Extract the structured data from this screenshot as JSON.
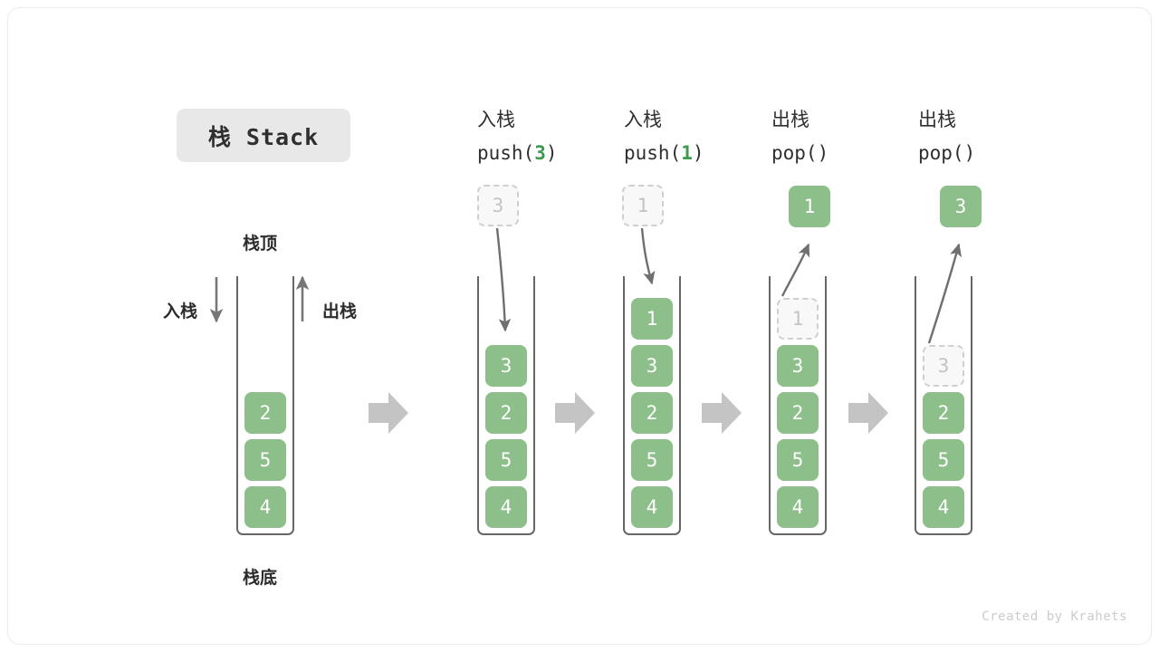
{
  "title": {
    "text": "栈 Stack"
  },
  "labels": {
    "top": "栈顶",
    "bottom": "栈底",
    "push_side": "入栈",
    "pop_side": "出栈"
  },
  "watermark": "Created by Krahets",
  "colors": {
    "cell_green": "#8cbf89",
    "cell_text": "#ffffff",
    "ghost_fill": "#f8f8f8",
    "ghost_border": "#cfcfcf",
    "ghost_text": "#c3c3c3",
    "channel_border": "#666666",
    "flow_arrow": "#c4c4c4",
    "motion_arrow": "#6f6f6f",
    "accent_arg": "#3e9a4e",
    "badge_bg": "#e8e8e8",
    "card_border": "#ececec"
  },
  "columns": [
    {
      "id": "initial",
      "head_line1": "",
      "head_line2": "",
      "head_arg": "",
      "cells": [
        "2",
        "5",
        "4"
      ],
      "ghost_index": -1,
      "floating": null,
      "floating_state": ""
    },
    {
      "id": "push-3",
      "head_line1": "入栈",
      "head_line2": "push(",
      "head_arg": "3",
      "head_line3": ")",
      "cells": [
        "3",
        "2",
        "5",
        "4"
      ],
      "ghost_index": -1,
      "floating": "3",
      "floating_state": "ghost",
      "motion": "down"
    },
    {
      "id": "push-1",
      "head_line1": "入栈",
      "head_line2": "push(",
      "head_arg": "1",
      "head_line3": ")",
      "cells": [
        "1",
        "3",
        "2",
        "5",
        "4"
      ],
      "ghost_index": -1,
      "floating": "1",
      "floating_state": "ghost",
      "motion": "down"
    },
    {
      "id": "pop-1",
      "head_line1": "出栈",
      "head_line2": "pop(",
      "head_arg": "",
      "head_line3": ")",
      "cells": [
        "1",
        "3",
        "2",
        "5",
        "4"
      ],
      "ghost_index": 0,
      "floating": "1",
      "floating_state": "solid",
      "motion": "up"
    },
    {
      "id": "pop-3",
      "head_line1": "出栈",
      "head_line2": "pop(",
      "head_arg": "",
      "head_line3": ")",
      "cells": [
        "3",
        "2",
        "5",
        "4"
      ],
      "ghost_index": 0,
      "floating": "3",
      "floating_state": "solid",
      "motion": "up"
    }
  ],
  "cells": {
    "c0": [
      "2",
      "5",
      "4"
    ],
    "c1": [
      "3",
      "2",
      "5",
      "4"
    ],
    "c2": [
      "1",
      "3",
      "2",
      "5",
      "4"
    ],
    "c3": [
      "1",
      "3",
      "2",
      "5",
      "4"
    ],
    "c4": [
      "3",
      "2",
      "5",
      "4"
    ]
  },
  "floating": {
    "f1": "3",
    "f2": "1",
    "f3": "1",
    "f4": "3"
  },
  "heads": {
    "h1a": "入栈",
    "h1b": "push(",
    "h1arg": "3",
    "h1c": ")",
    "h2a": "入栈",
    "h2b": "push(",
    "h2arg": "1",
    "h2c": ")",
    "h3a": "出栈",
    "h3b": "pop()",
    "h4a": "出栈",
    "h4b": "pop()"
  }
}
